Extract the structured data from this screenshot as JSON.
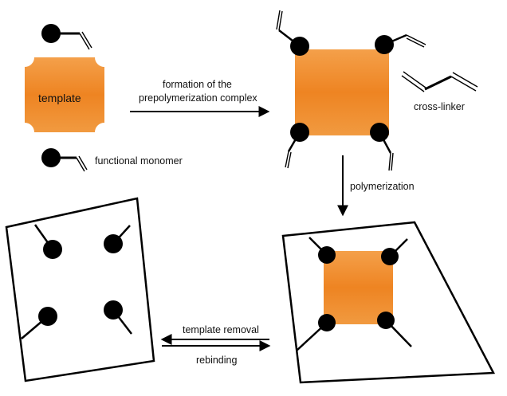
{
  "labels": {
    "template": "template",
    "functional_monomer": "functional  monomer",
    "formation_line1": "formation of the",
    "formation_line2": "prepolymerization complex",
    "cross_linker": "cross-linker",
    "polymerization": "polymerization",
    "template_removal": "template removal",
    "rebinding": "rebinding"
  },
  "colors": {
    "template_orange": "#f08a28",
    "monomer_black": "#000000",
    "line": "#000000"
  }
}
